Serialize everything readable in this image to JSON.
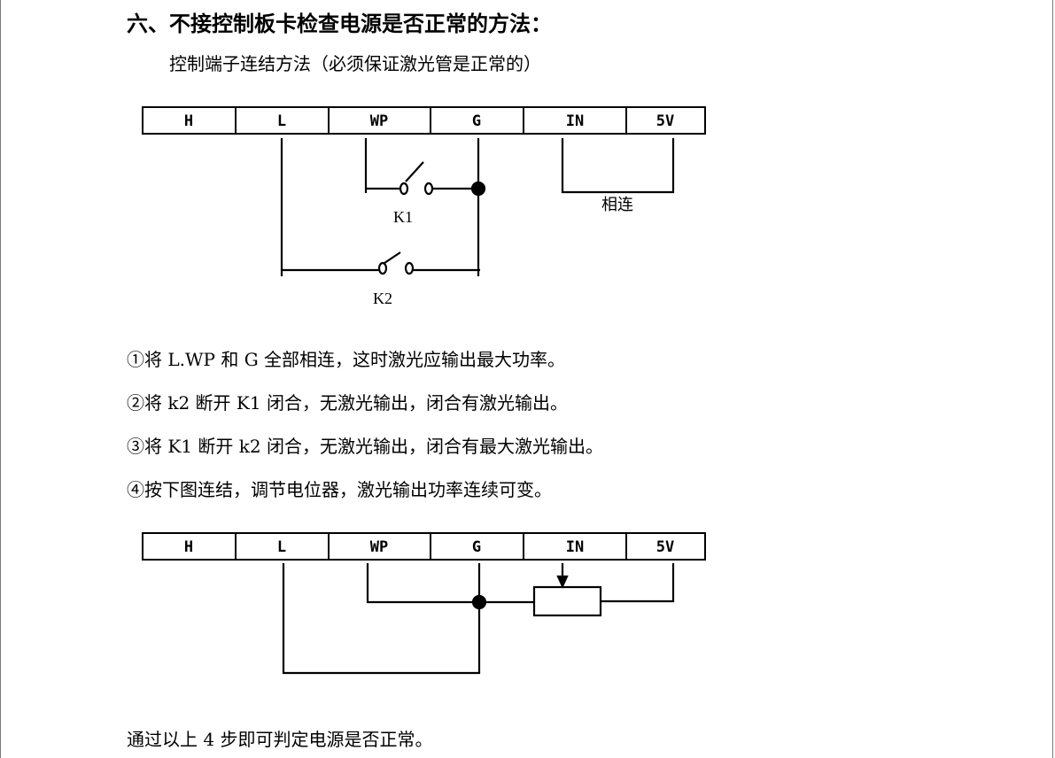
{
  "title": "六、不接控制板卡检查电源是否正常的方法：",
  "subtitle": "控制端子连结方法（必须保证激光管是正常的）",
  "terminals": [
    "H",
    "L",
    "WP",
    "G",
    "IN",
    "5V"
  ],
  "diagram1": {
    "k1_label": "K1",
    "k2_label": "K2",
    "connected_label": "相连"
  },
  "steps": [
    "①将 L.WP 和 G 全部相连，这时激光应输出最大功率。",
    "②将 k2 断开 K1 闭合，无激光输出，闭合有激光输出。",
    "③将 K1 断开 k2 闭合，无激光输出，闭合有最大激光输出。",
    "④按下图连结，调节电位器，激光输出功率连续可变。"
  ],
  "conclusion": "通过以上 4 步即可判定电源是否正常。"
}
